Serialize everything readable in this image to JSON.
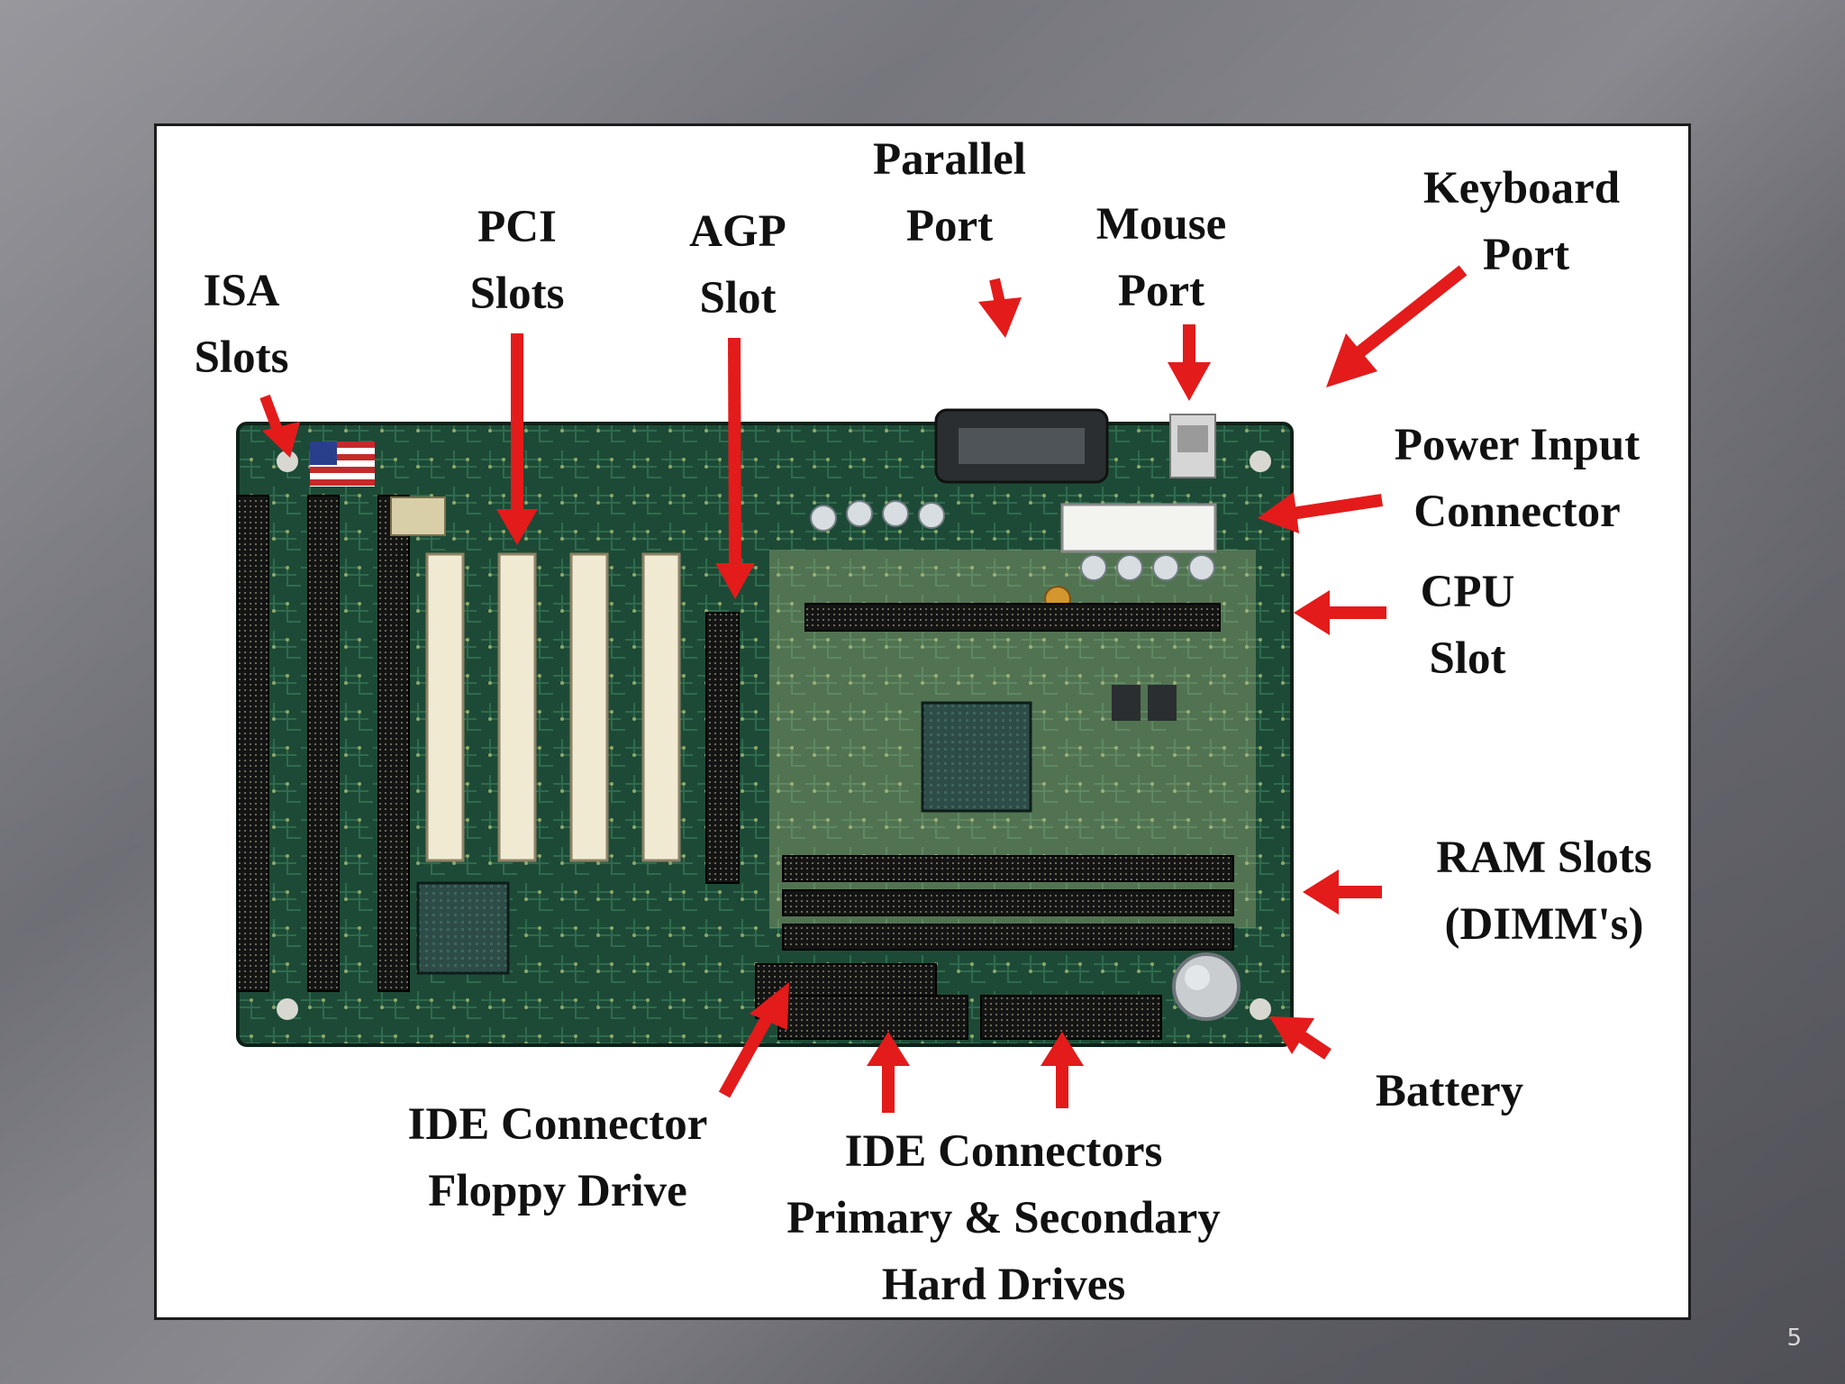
{
  "labels": {
    "isa": [
      "ISA",
      "Slots"
    ],
    "pci": [
      "PCI",
      "Slots"
    ],
    "agp": [
      "AGP",
      "Slot"
    ],
    "parallel": [
      "Parallel",
      "Port"
    ],
    "mouse": [
      "Mouse",
      "Port"
    ],
    "keyboard": [
      "Keyboard",
      "Port"
    ],
    "power": [
      "Power Input",
      "Connector"
    ],
    "cpu": [
      "CPU",
      "Slot"
    ],
    "ram": [
      "RAM Slots",
      "(DIMM's)"
    ],
    "battery": [
      "Battery"
    ],
    "ide_floppy": [
      "IDE Connector",
      "Floppy Drive"
    ],
    "ide_primary": [
      "IDE Connectors",
      "Primary & Secondary",
      "Hard Drives"
    ]
  },
  "page_number": "5",
  "colors": {
    "arrow": "#e31b1b",
    "board": "#17392c",
    "frame": "#ffffff"
  }
}
